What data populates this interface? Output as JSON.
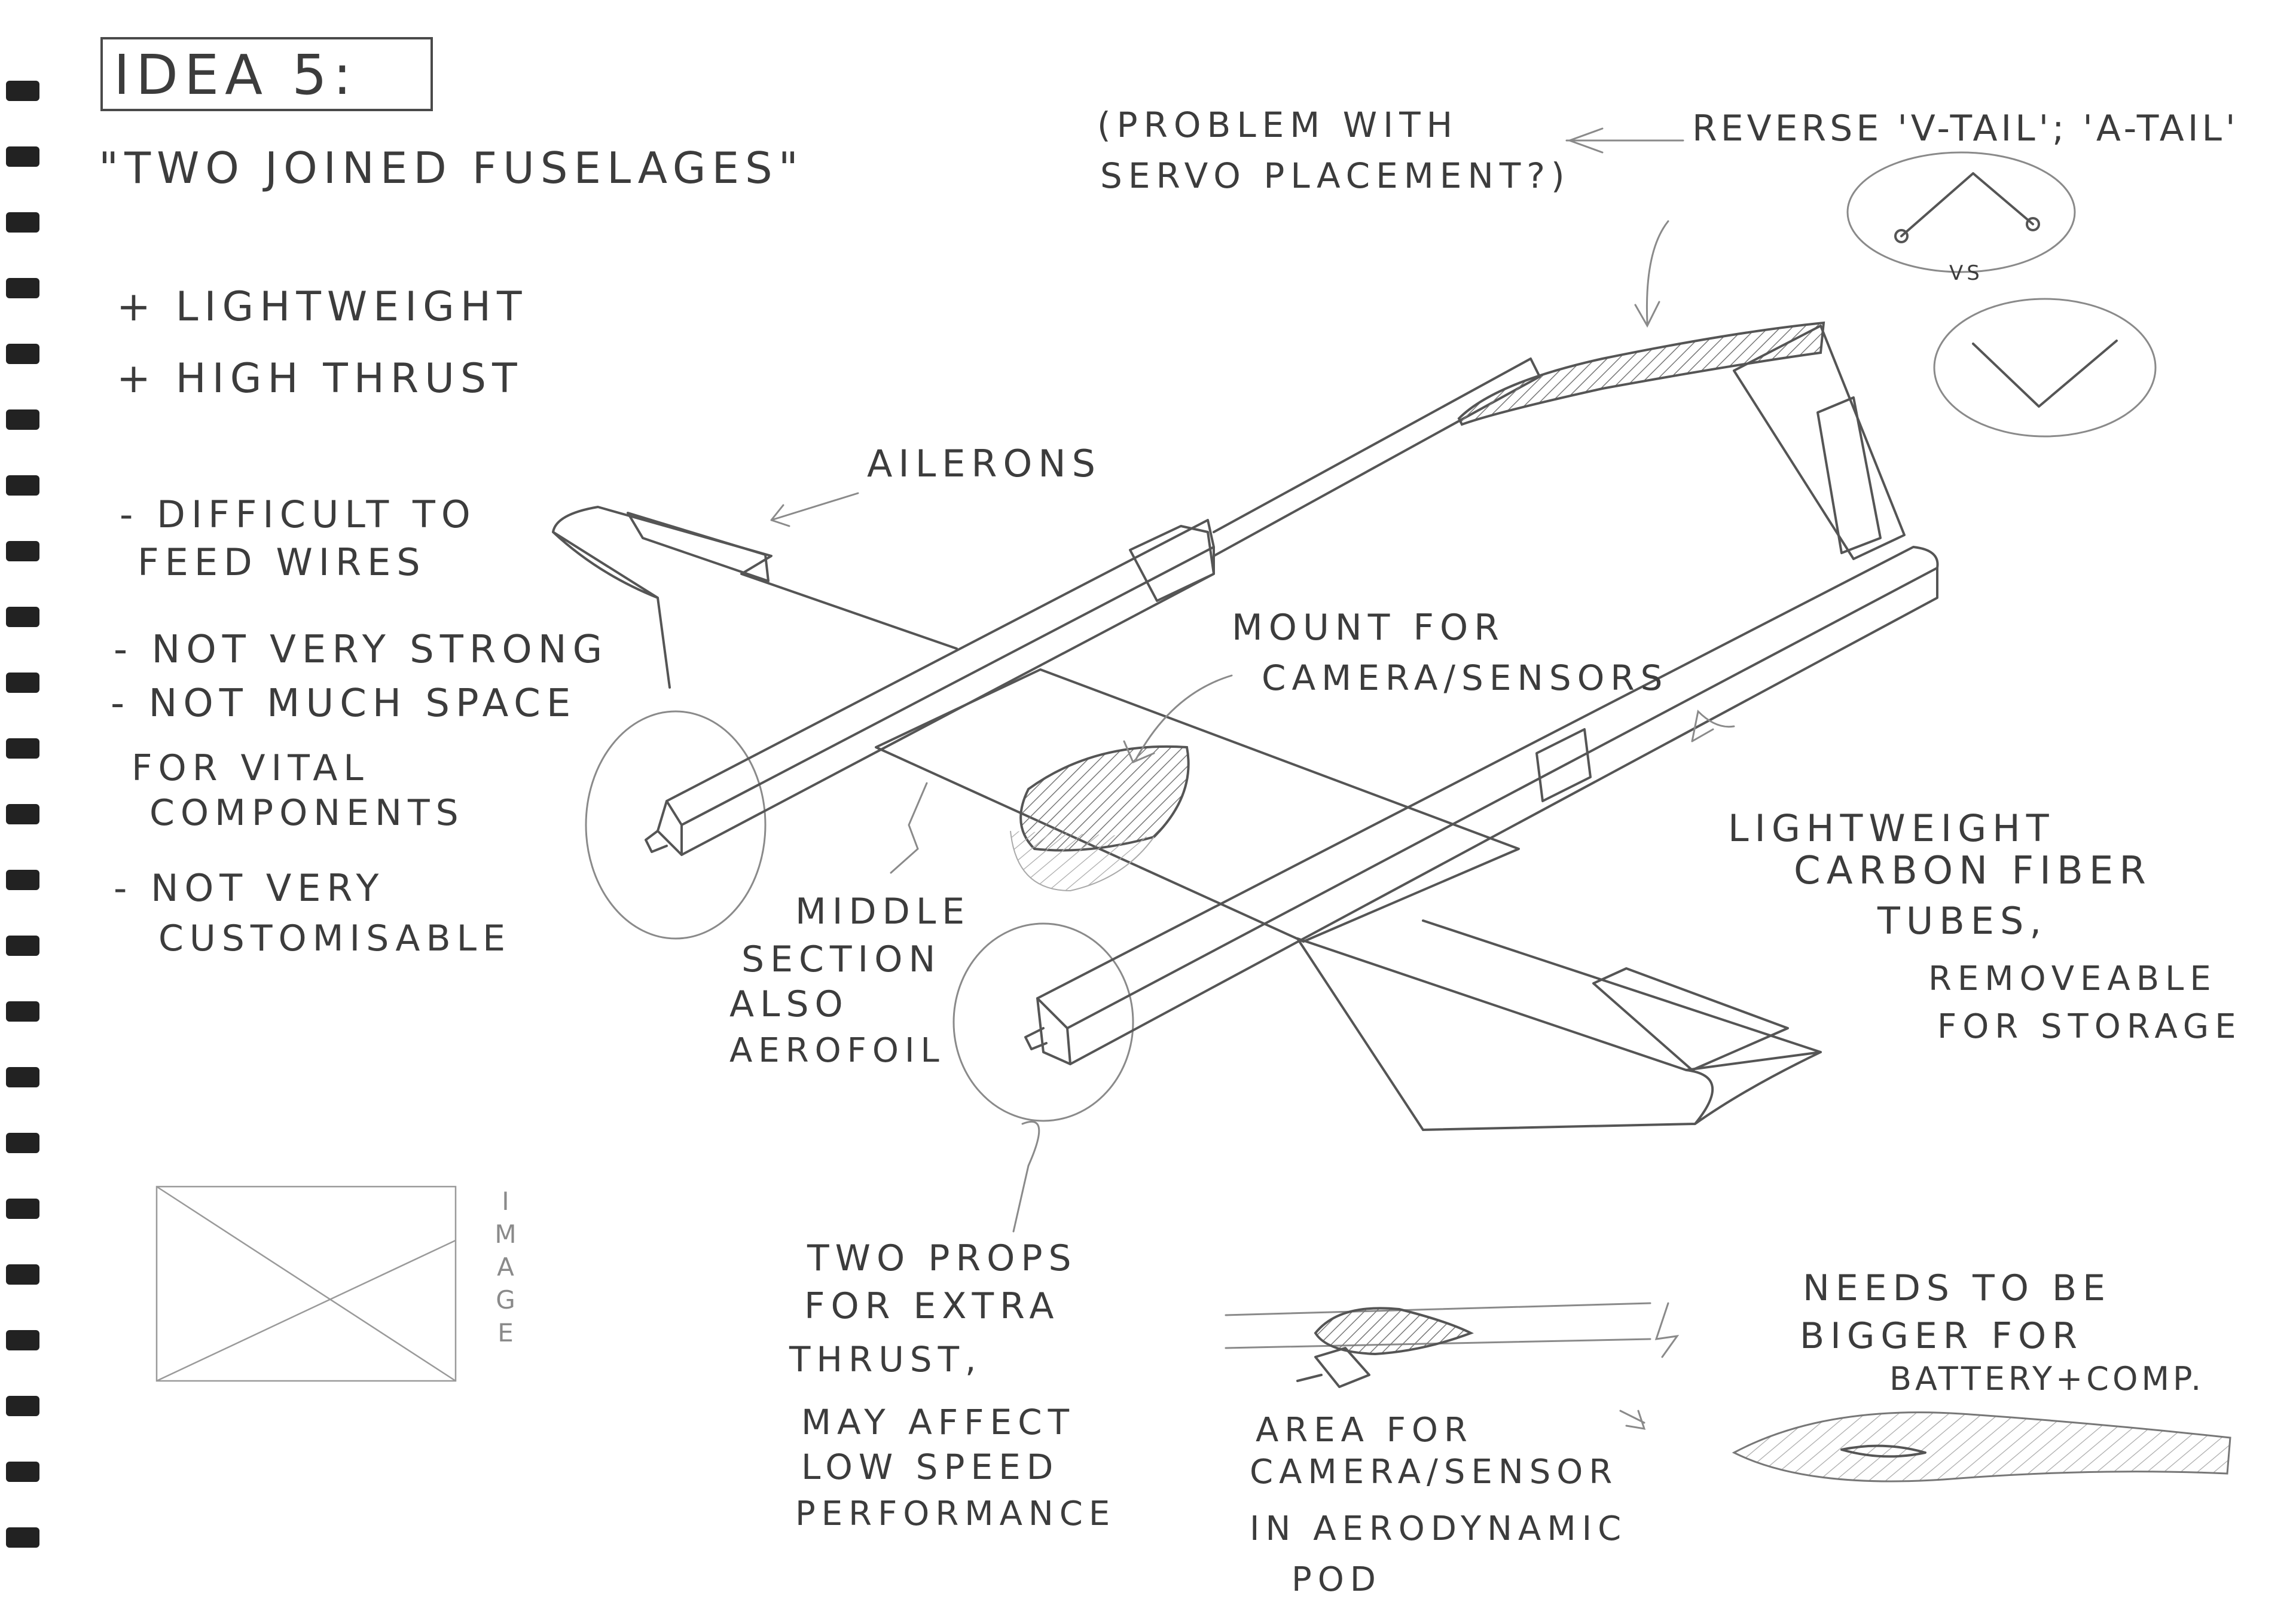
{
  "title": "IDEA 5:",
  "subtitle": "\"TWO JOINED FUSELAGES\"",
  "pros": [
    "+ LIGHTWEIGHT",
    "+ HIGH THRUST"
  ],
  "cons": [
    "- DIFFICULT TO",
    "FEED WIRES",
    "- NOT VERY STRONG",
    "- NOT MUCH SPACE",
    "FOR VITAL",
    "COMPONENTS",
    "- NOT VERY",
    "CUSTOMISABLE"
  ],
  "image_placeholder_label": "IMAGE",
  "annotations": {
    "problem": [
      "(PROBLEM WITH",
      "SERVO PLACEMENT?)"
    ],
    "tail": "REVERSE 'V-TAIL'; 'A-TAIL'",
    "vs": "VS",
    "ailerons": "AILERONS",
    "mount": [
      "MOUNT FOR",
      "CAMERA/SENSORS"
    ],
    "tubes": [
      "LIGHTWEIGHT",
      "CARBON FIBER",
      "TUBES,",
      "REMOVEABLE",
      "FOR STORAGE"
    ],
    "middle": [
      "MIDDLE",
      "SECTION",
      "ALSO",
      "AEROFOIL"
    ],
    "props": [
      "TWO PROPS",
      "FOR EXTRA",
      "THRUST,",
      "MAY AFFECT",
      "LOW SPEED",
      "PERFORMANCE"
    ],
    "pod": [
      "AREA FOR",
      "CAMERA/SENSOR",
      "IN AERODYNAMIC",
      "POD"
    ],
    "bigger": [
      "NEEDS TO BE",
      "BIGGER FOR",
      "BATTERY+COMP."
    ]
  },
  "colors": {
    "pencil": "#555555",
    "paper": "#ffffff",
    "binding": "#222222"
  }
}
